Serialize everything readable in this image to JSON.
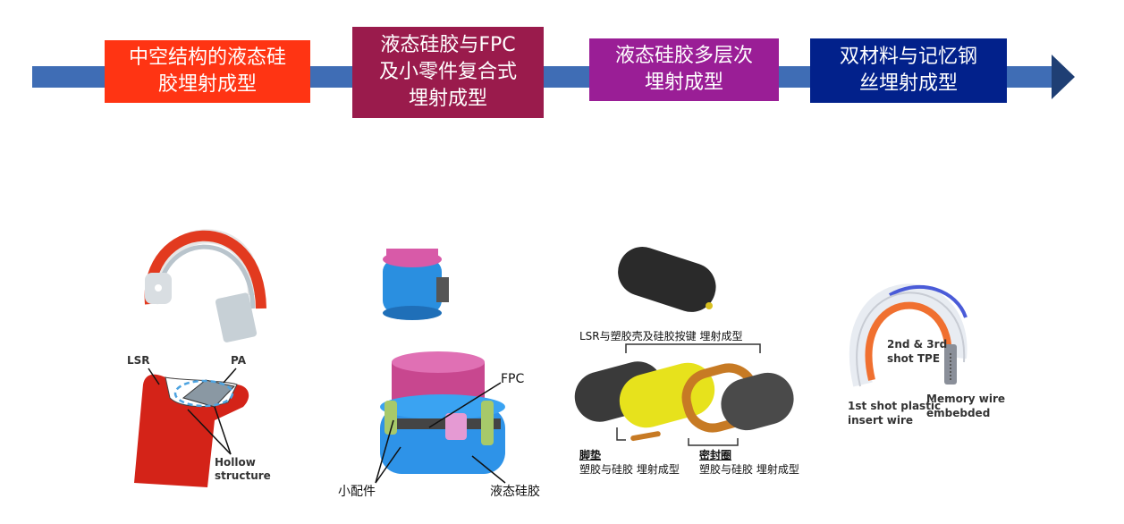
{
  "timeline": {
    "stages": [
      {
        "label": "中空结构的液态硅\n胶埋射成型",
        "color": "#ff3413"
      },
      {
        "label": "液态硅胶与FPC\n及小零件复合式\n埋射成型",
        "color": "#9a1b4c"
      },
      {
        "label": "液态硅胶多层次\n埋射成型",
        "color": "#9a1e96"
      },
      {
        "label": "双材料与记忆钢\n丝埋射成型",
        "color": "#02218b"
      }
    ],
    "bar_color": "#3f6db5"
  },
  "panel1": {
    "lsr": "LSR",
    "pa": "PA",
    "hollow": "Hollow\nstructure"
  },
  "panel2": {
    "fpc": "FPC",
    "small_parts": "小配件",
    "liquid_silicone": "液态硅胶"
  },
  "panel3": {
    "top_caption": "LSR与塑胶壳及硅胶按键 埋射成型",
    "foot_pad_title": "脚垫",
    "foot_pad_desc": "塑胶与硅胶 埋射成型",
    "seal_title": "密封圈",
    "seal_desc": "塑胶与硅胶 埋射成型"
  },
  "panel4": {
    "shot_tpe_a": "2nd & 3rd",
    "shot_tpe_b": "shot TPE",
    "first_shot_a": "1st shot plastic",
    "first_shot_b": "insert wire",
    "memory_a": "Memory wire",
    "memory_b": "embebded"
  }
}
